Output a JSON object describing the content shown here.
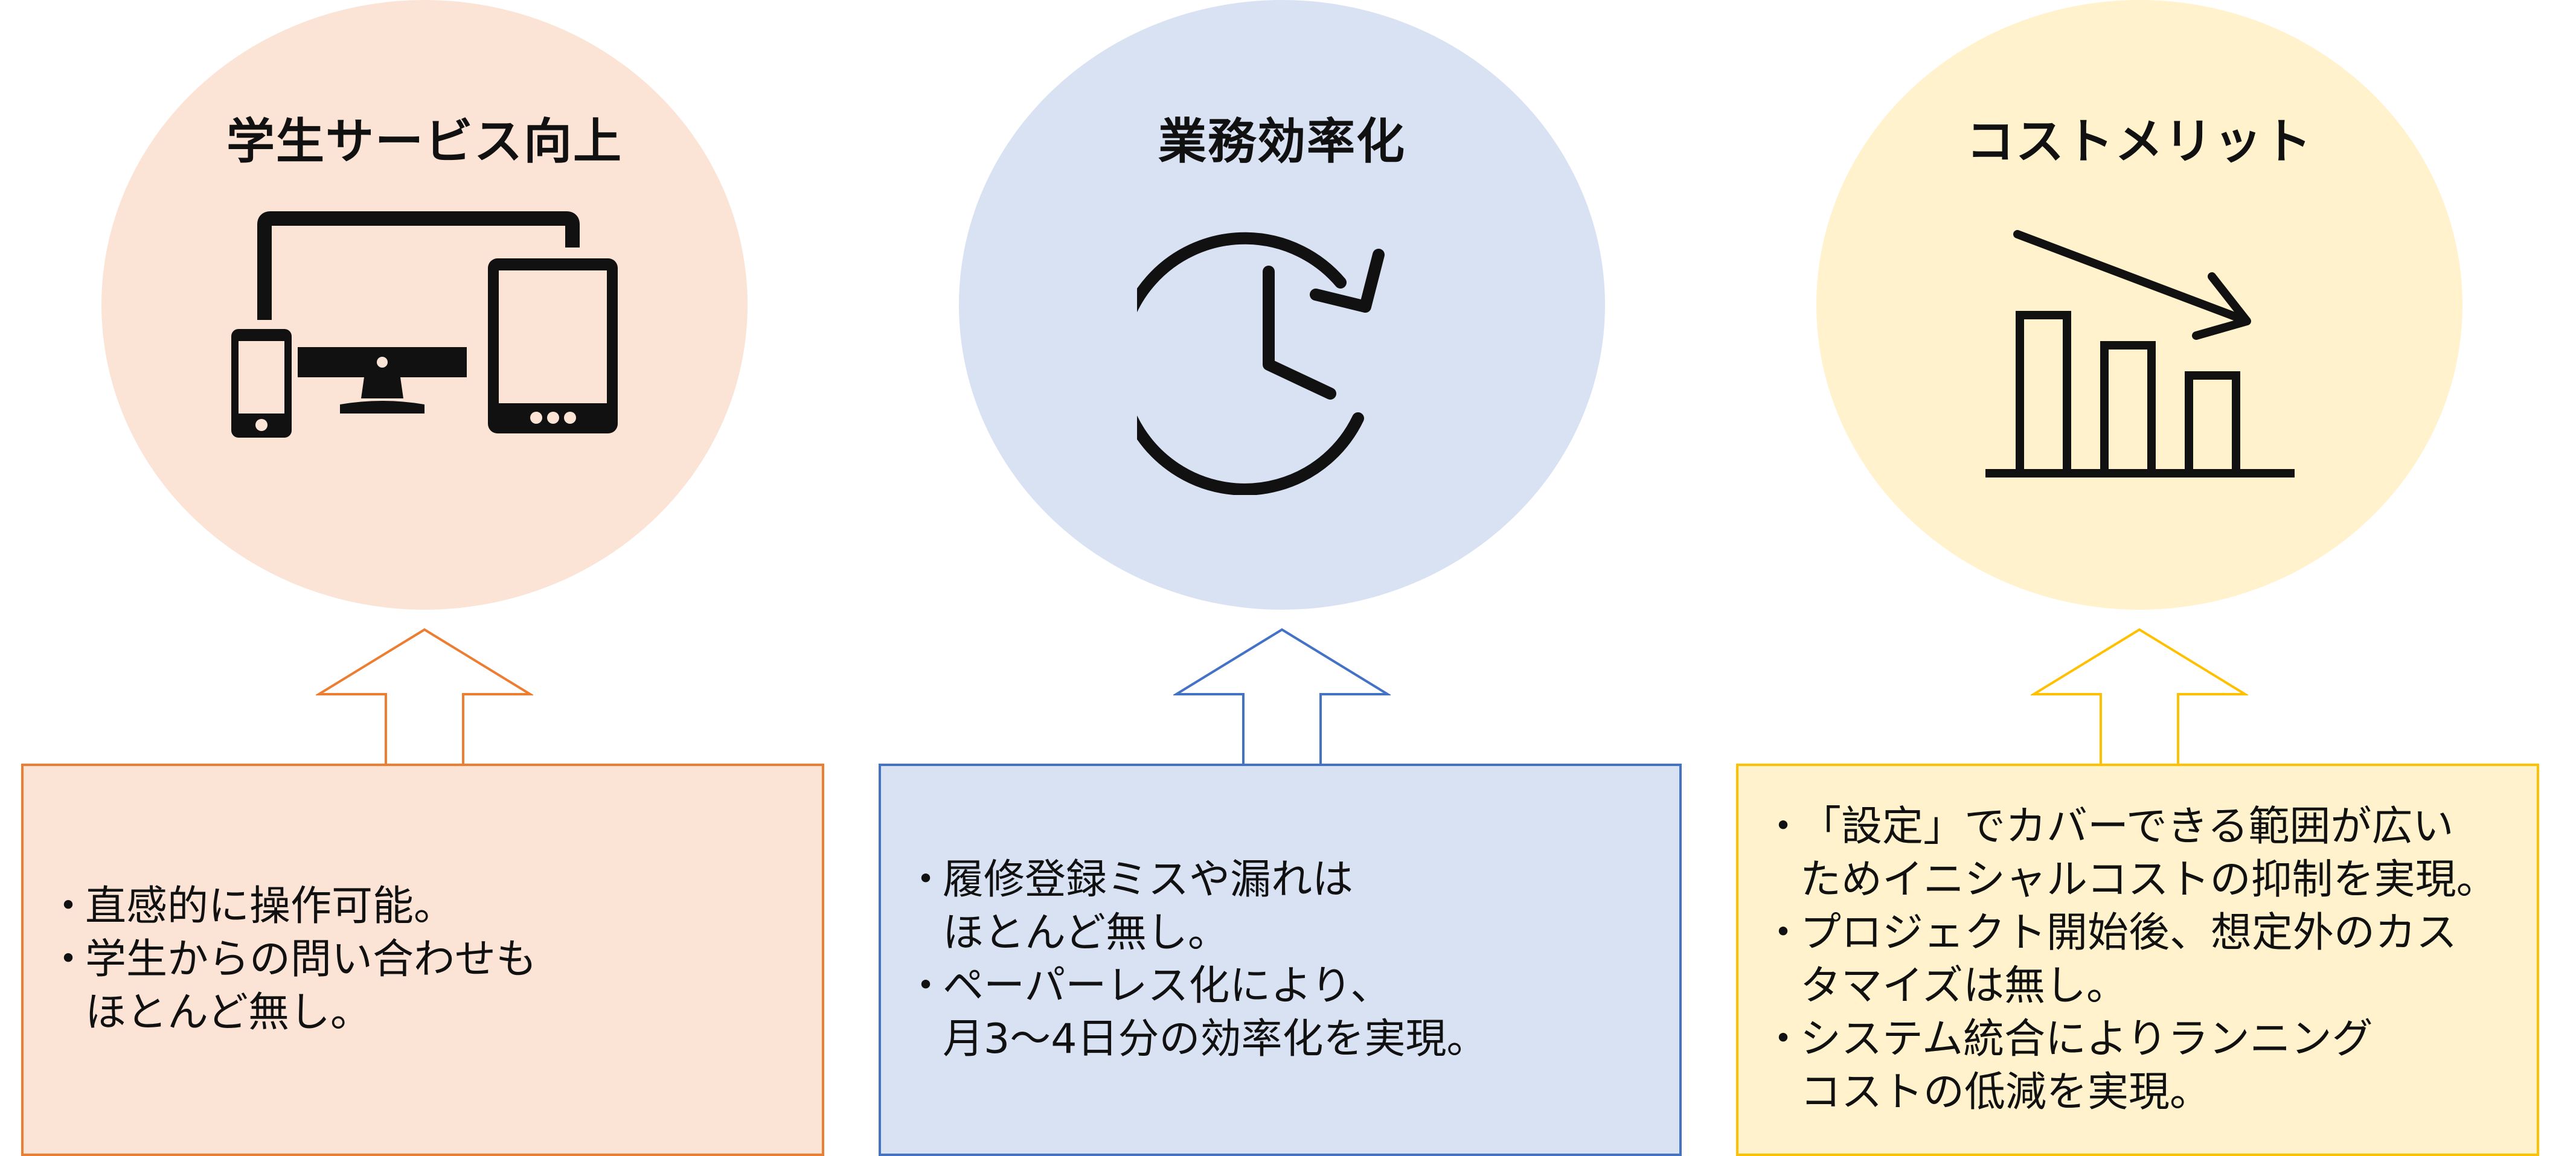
{
  "colors": {
    "orange_fill": "#fbe4d6",
    "orange_stroke": "#ed7d31",
    "blue_fill": "#d9e2f3",
    "blue_stroke": "#4472c4",
    "yellow_fill": "#fff2cc",
    "yellow_stroke": "#ffc000"
  },
  "columns": [
    {
      "title": "学生サービス向上",
      "icon": "devices-icon",
      "bullet": "・",
      "items": [
        {
          "lines": [
            "直感的に操作可能。"
          ]
        },
        {
          "lines": [
            "学生からの問い合わせも",
            "ほとんど無し。"
          ]
        }
      ]
    },
    {
      "title": "業務効率化",
      "icon": "clock-refresh-icon",
      "bullet": "・",
      "items": [
        {
          "lines": [
            "履修登録ミスや漏れは",
            "ほとんど無し。"
          ]
        },
        {
          "lines": [
            "ペーパーレス化により、",
            "月3〜4日分の効率化を実現。"
          ]
        }
      ]
    },
    {
      "title": "コストメリット",
      "icon": "declining-bar-chart-icon",
      "bullet": "・",
      "items": [
        {
          "lines": [
            "「設定」でカバーできる範囲が広い",
            "ためイニシャルコストの抑制を実現。"
          ]
        },
        {
          "lines": [
            "プロジェクト開始後、想定外のカス",
            "タマイズは無し。"
          ]
        },
        {
          "lines": [
            "システム統合によりランニング",
            "コストの低減を実現。"
          ]
        }
      ]
    }
  ]
}
